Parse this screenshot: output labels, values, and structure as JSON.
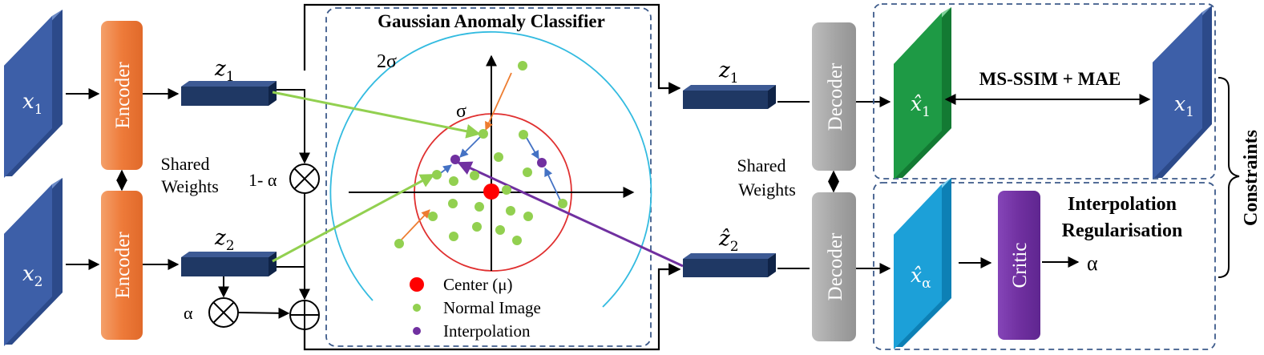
{
  "inputs": {
    "x1": "x",
    "x1_sub": "1",
    "x2": "x",
    "x2_sub": "2"
  },
  "encoder": {
    "label": "Encoder"
  },
  "decoder": {
    "label": "Decoder"
  },
  "shared_weights": {
    "line1": "Shared",
    "line2": "Weights"
  },
  "latents": {
    "z1": "z",
    "z1_sub": "1",
    "z2": "z",
    "z2_sub": "2",
    "z1_right": "z",
    "z1_right_sub": "1",
    "z2_hat": "ẑ",
    "z2_hat_sub": "2"
  },
  "mixing": {
    "one_minus_alpha": "1- α",
    "alpha": "α"
  },
  "classifier": {
    "title": "Gaussian Anomaly Classifier",
    "sigma": "σ",
    "two_sigma": "2σ",
    "legend": {
      "center": "Center (μ)",
      "normal": "Normal Image",
      "interpolation": "Interpolation"
    }
  },
  "outputs": {
    "xhat1": "x̂",
    "xhat1_sub": "1",
    "x1_target": "x",
    "x1_target_sub": "1",
    "xhat_alpha": "x̂",
    "xhat_alpha_sub": "α"
  },
  "loss_label": "MS-SSIM + MAE",
  "critic": {
    "label": "Critic",
    "output": "α"
  },
  "interp_reg": {
    "line1": "Interpolation",
    "line2": "Regularisation"
  },
  "constraints": "Constraints",
  "colors": {
    "input_blue": "#3d5fa8",
    "encoder_orange": "#ee7b3a",
    "latent_navy": "#1f3864",
    "decoder_gray": "#a6a6a6",
    "output_green": "#1e9a45",
    "output_cyan": "#1ca0d8",
    "critic_purple": "#7030a0",
    "normal_green": "#92d050",
    "center_red": "#ff0000",
    "interp_purple": "#7030a0",
    "circle_cyan": "#33bbe0",
    "circle_red": "#e03030",
    "dash_border": "#3c5a8a"
  }
}
